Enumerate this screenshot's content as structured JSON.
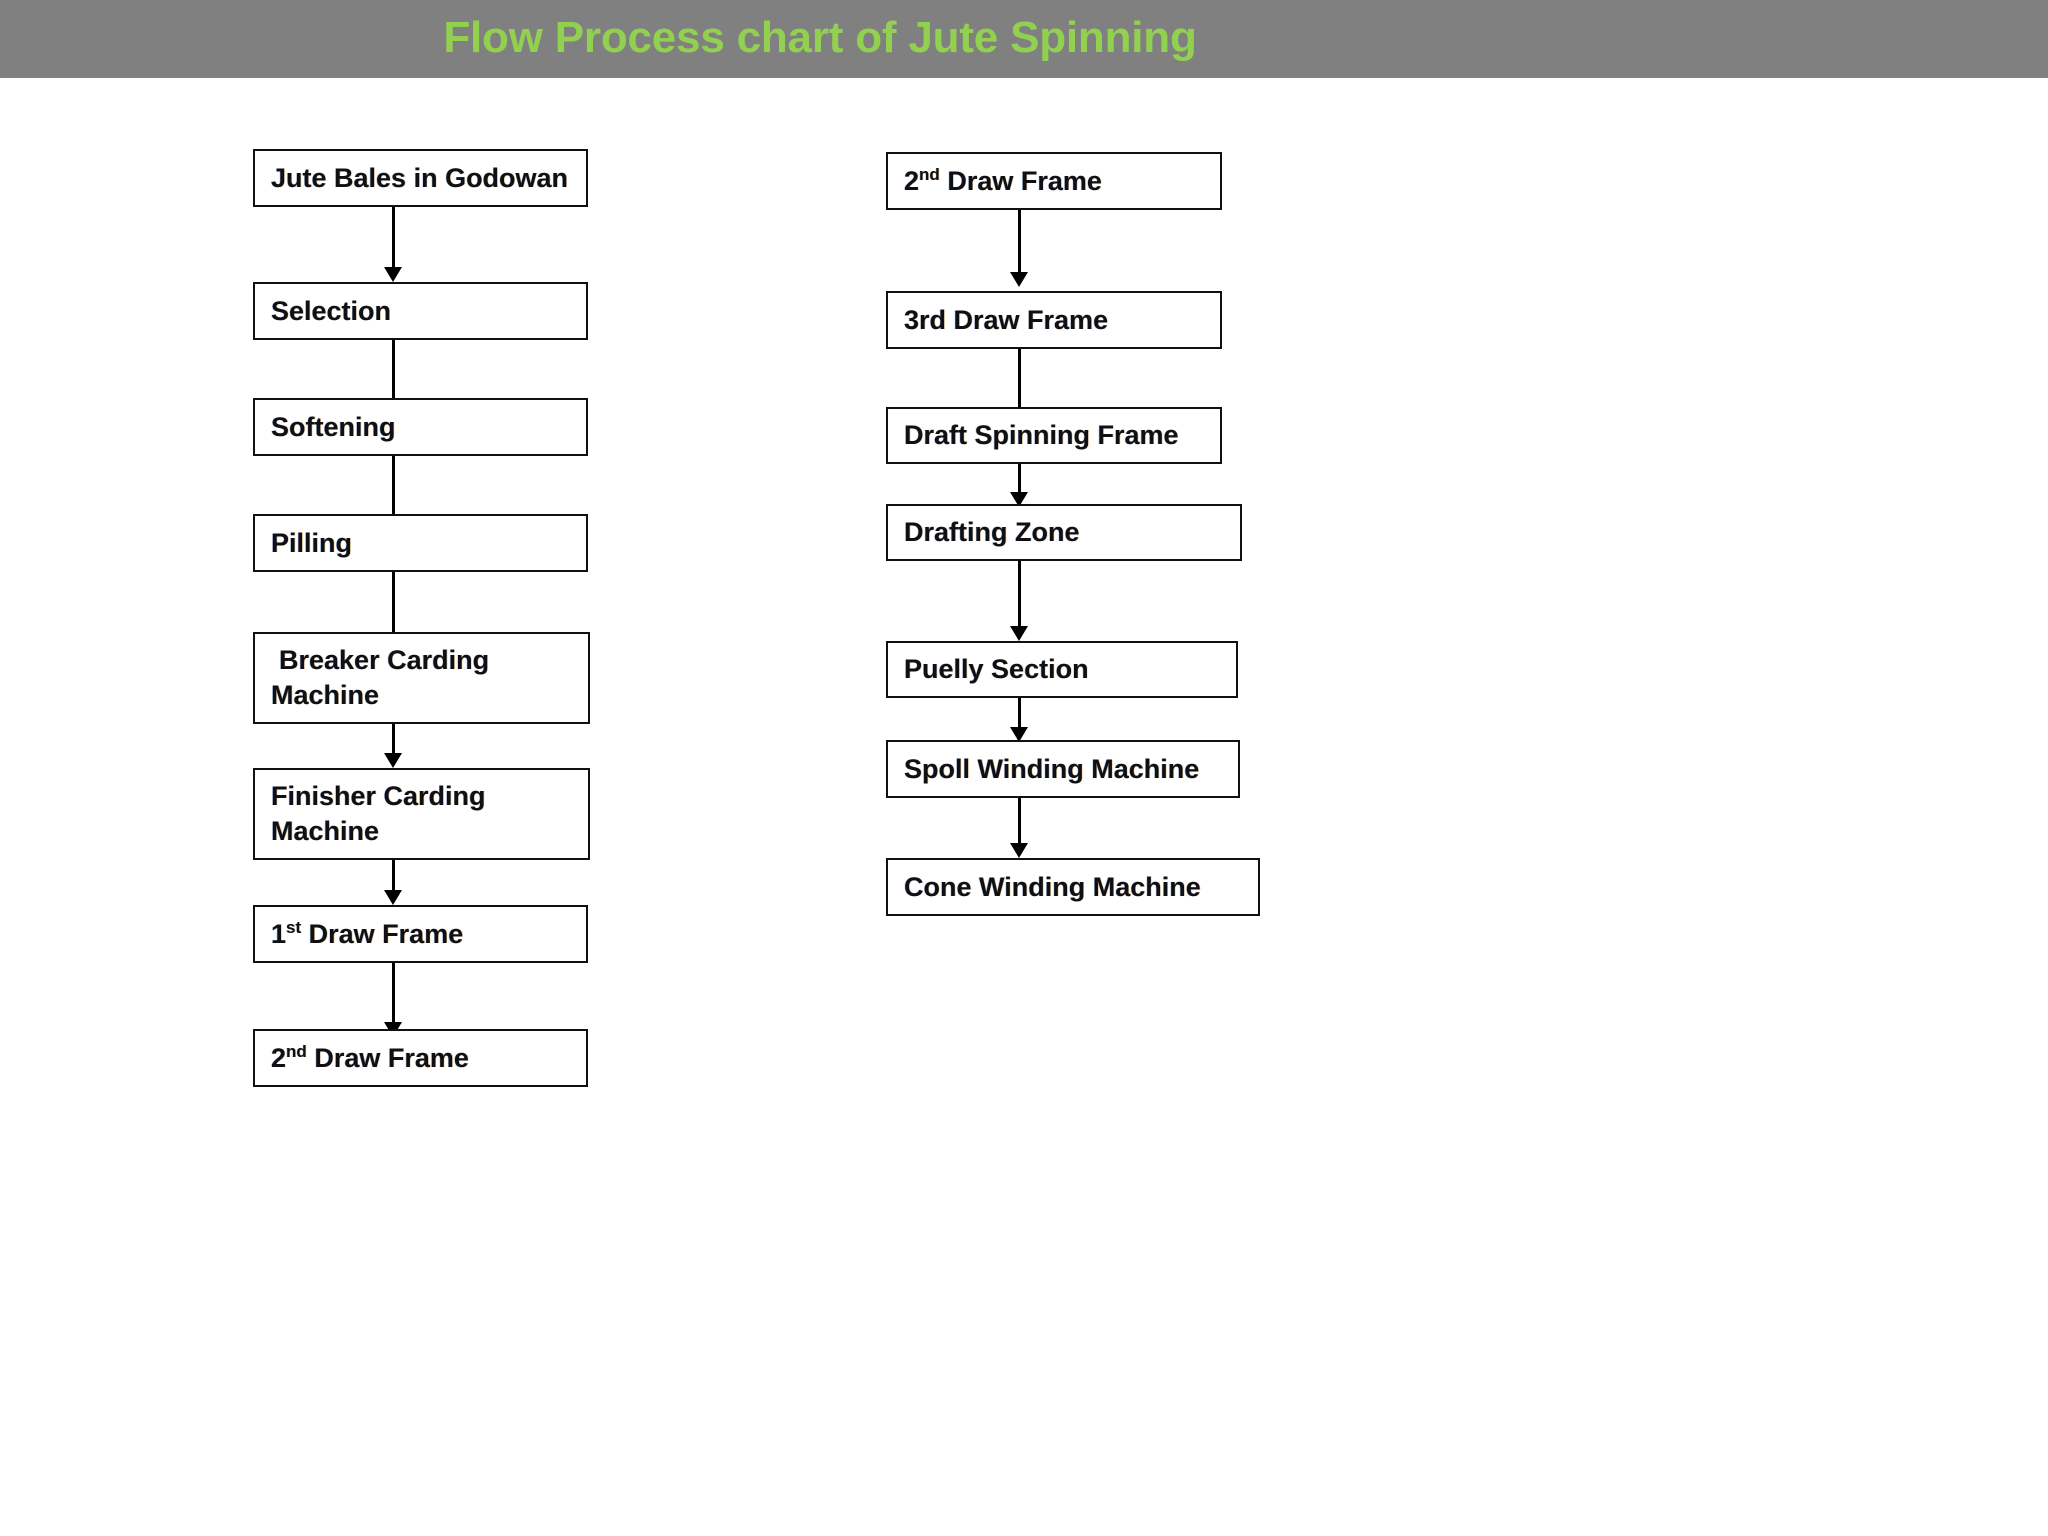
{
  "header": {
    "title": "Flow Process chart of Jute Spinning",
    "background_color": "#808080",
    "title_color": "#92D050"
  },
  "diagram": {
    "node_border_color": "#111111",
    "node_fill_color": "#ffffff",
    "connector_color": "#000000",
    "columns": [
      {
        "id": "left-column",
        "nodes": [
          {
            "id": "jute-bales-in-godowan",
            "lines": [
              "Jute Bales in Godowan"
            ]
          },
          {
            "id": "selection",
            "lines": [
              "Selection"
            ]
          },
          {
            "id": "softening",
            "lines": [
              "Softening"
            ]
          },
          {
            "id": "pilling",
            "lines": [
              "Pilling"
            ]
          },
          {
            "id": "breaker-carding-machine",
            "lines": [
              "Breaker Carding",
              "Machine"
            ]
          },
          {
            "id": "finisher-carding-machine",
            "lines": [
              "Finisher Carding",
              "Machine"
            ]
          },
          {
            "id": "first-draw-frame",
            "lines": [
              "1"
            ],
            "ordinal": "st",
            "suffix": " Draw Frame"
          },
          {
            "id": "second-draw-frame",
            "lines": [
              "2"
            ],
            "ordinal": "nd",
            "suffix": " Draw Frame"
          }
        ]
      },
      {
        "id": "right-column",
        "nodes": [
          {
            "id": "second-draw-frame-2",
            "lines": [
              "2"
            ],
            "ordinal": "nd",
            "suffix": " Draw Frame"
          },
          {
            "id": "third-draw-frame",
            "lines": [
              "3rd Draw Frame"
            ]
          },
          {
            "id": "draft-spinning-frame",
            "lines": [
              "Draft Spinning Frame"
            ]
          },
          {
            "id": "drafting-zone",
            "lines": [
              "Drafting Zone"
            ]
          },
          {
            "id": "puelly-section",
            "lines": [
              "Puelly Section"
            ]
          },
          {
            "id": "spoll-winding-machine",
            "lines": [
              "Spoll Winding Machine"
            ]
          },
          {
            "id": "cone-winding-machine",
            "lines": [
              "Cone Winding Machine"
            ]
          }
        ]
      }
    ]
  },
  "chart_data": {
    "type": "diagram",
    "title": "Flow Process chart of Jute Spinning",
    "orientation": "two vertical flow columns, top-to-bottom, single-direction arrows",
    "sequence_left": [
      "Jute Bales in Godowan",
      "Selection",
      "Softening",
      "Pilling",
      "Breaker Carding Machine",
      "Finisher Carding Machine",
      "1st Draw Frame",
      "2nd Draw Frame"
    ],
    "sequence_right": [
      "2nd Draw Frame",
      "3rd Draw Frame",
      "Draft Spinning Frame",
      "Drafting Zone",
      "Puelly Section",
      "Spoll Winding Machine",
      "Cone Winding Machine"
    ]
  }
}
